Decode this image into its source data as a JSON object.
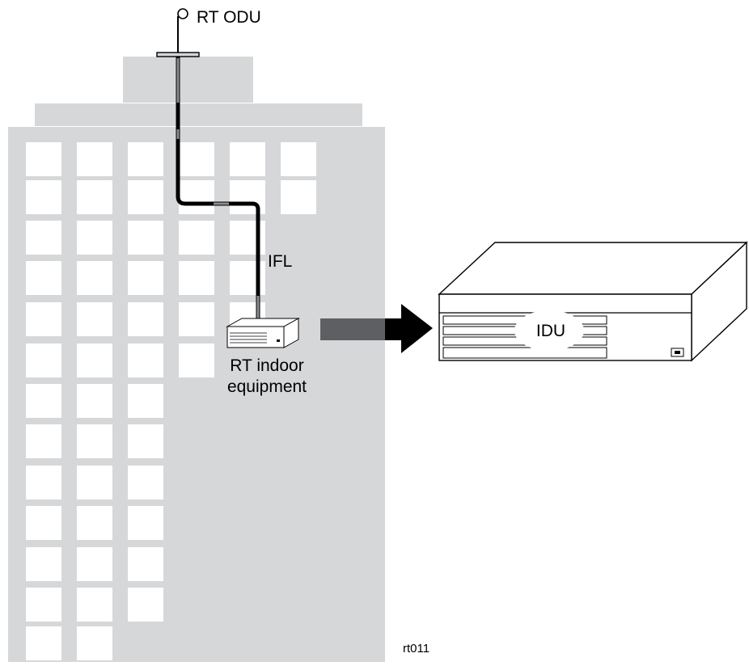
{
  "labels": {
    "odu": "RT ODU",
    "ifl": "IFL",
    "indoor_line1": "RT indoor",
    "indoor_line2": "equipment",
    "idu": "IDU",
    "figure_id": "rt011"
  },
  "colors": {
    "building": "#d6d7d9",
    "window": "#ffffff",
    "cable": "#000000",
    "cable_inside": "#8a8b8d",
    "arrow_dark": "#000000",
    "arrow_mid": "#5e5f62"
  },
  "icons": [
    "antenna-icon",
    "indoor-unit-icon",
    "arrow-right-icon",
    "idu-chassis-icon",
    "power-socket-icon"
  ]
}
